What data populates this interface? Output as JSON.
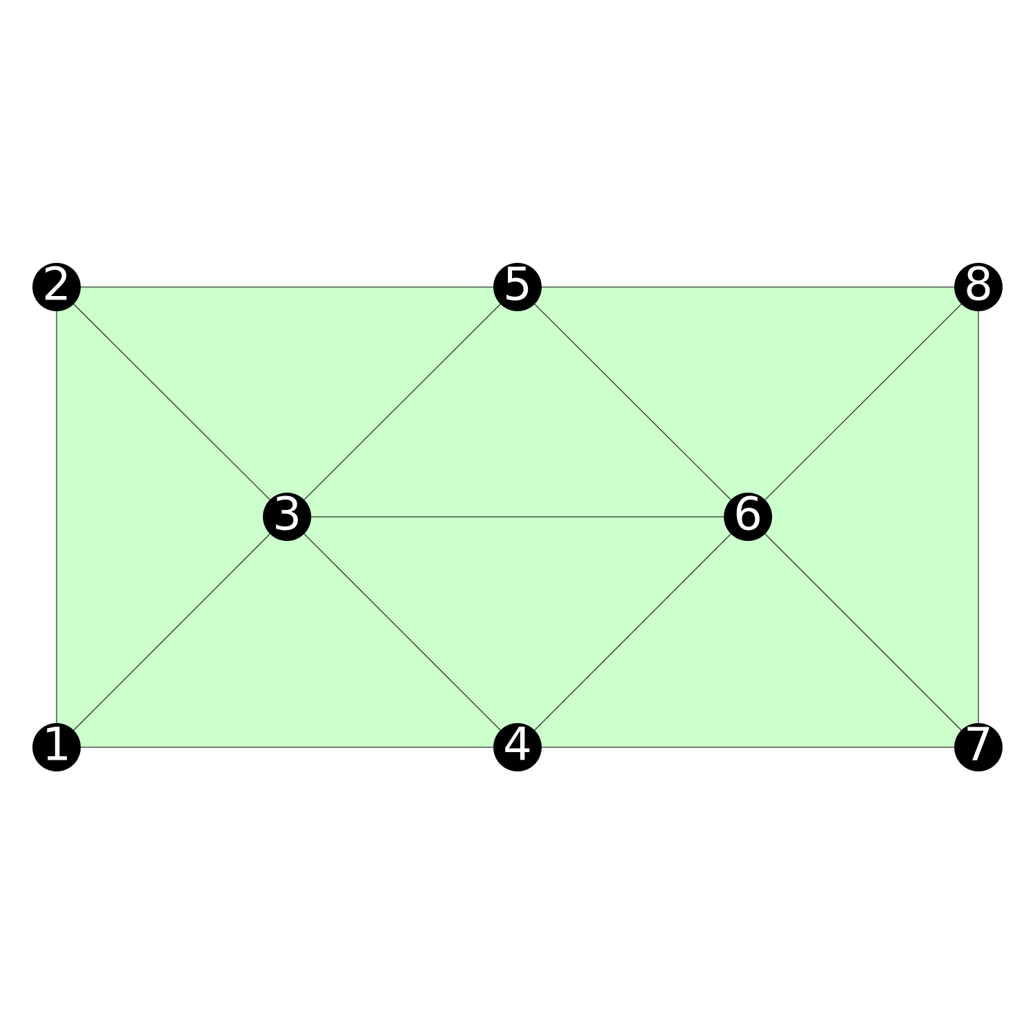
{
  "colors": {
    "face_fill": "#ccffcc",
    "edge_color": "#000000",
    "node_fill": "#000000",
    "label_color": "#ffffff"
  },
  "mesh": {
    "nodes": [
      {
        "id": "1",
        "label": "1"
      },
      {
        "id": "2",
        "label": "2"
      },
      {
        "id": "3",
        "label": "3"
      },
      {
        "id": "4",
        "label": "4"
      },
      {
        "id": "5",
        "label": "5"
      },
      {
        "id": "6",
        "label": "6"
      },
      {
        "id": "7",
        "label": "7"
      },
      {
        "id": "8",
        "label": "8"
      }
    ],
    "elements": [
      [
        "1",
        "3",
        "2"
      ],
      [
        "1",
        "4",
        "3"
      ],
      [
        "2",
        "3",
        "5"
      ],
      [
        "3",
        "4",
        "6"
      ],
      [
        "3",
        "6",
        "5"
      ],
      [
        "4",
        "7",
        "6"
      ],
      [
        "5",
        "6",
        "8"
      ],
      [
        "6",
        "7",
        "8"
      ]
    ]
  }
}
